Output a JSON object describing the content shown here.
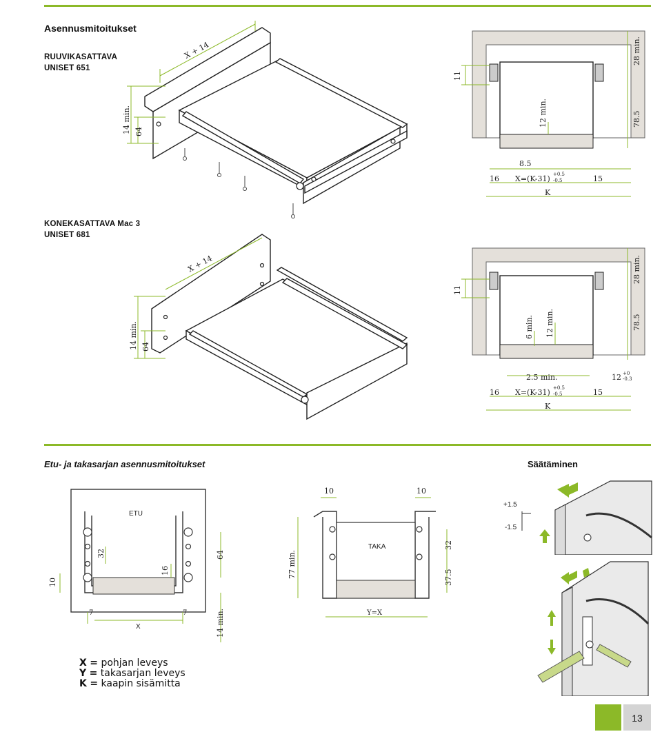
{
  "header": {
    "title": "Asennusmitoitukset",
    "screw_label_1": "RUUVIKASATTAVA",
    "screw_label_2": "UNISET 651",
    "machine_label_1": "KONEKASATTAVA Mac 3",
    "machine_label_2": "UNISET 681"
  },
  "drawer1": {
    "width_dim": "X + 14",
    "height_min": "14 min.",
    "height_64": "64"
  },
  "drawer2": {
    "width_dim": "X + 14",
    "height_min": "14 min.",
    "height_64": "64"
  },
  "section1": {
    "dim_11": "11",
    "dim_28": "28 min.",
    "dim_12": "12 min.",
    "dim_78": "78.5",
    "dim_85": "8.5",
    "dim_16": "16",
    "dim_x": "X=(K-31)",
    "tol_plus": "+0.5",
    "tol_minus": "-0.5",
    "dim_15": "15",
    "dim_k": "K"
  },
  "section2": {
    "dim_11": "11",
    "dim_28": "28 min.",
    "dim_6": "6 min.",
    "dim_12": "12 min.",
    "dim_78": "78.5",
    "dim_25": "2.5 min.",
    "dim_12b": "12",
    "tol12_plus": "+0",
    "tol12_minus": "-0.3",
    "dim_16": "16",
    "dim_x": "X=(K-31)",
    "tol_plus": "+0.5",
    "tol_minus": "-0.5",
    "dim_15": "15",
    "dim_k": "K"
  },
  "bottom": {
    "title": "Etu- ja takasarjan asennusmitoitukset",
    "adjust_title": "Säätäminen"
  },
  "front": {
    "label": "ETU",
    "dim_32": "32",
    "dim_16": "16",
    "dim_64": "64",
    "dim_10": "10",
    "dim_7a": "7",
    "dim_7b": "7",
    "dim_x": "X",
    "dim_14": "14 min."
  },
  "back": {
    "label": "TAKA",
    "dim_10a": "10",
    "dim_10b": "10",
    "dim_77": "77 min.",
    "dim_32": "32",
    "dim_375": "37.5",
    "dim_yx": "Y=X"
  },
  "adjust": {
    "plus": "+1.5",
    "minus": "-1.5"
  },
  "legend": [
    {
      "key": "X",
      "eq": "=",
      "text": "pohjan leveys"
    },
    {
      "key": "Y",
      "eq": "=",
      "text": "takasarjan leveys"
    },
    {
      "key": "K",
      "eq": "=",
      "text": "kaapin sisämitta"
    }
  ],
  "page": {
    "number": "13"
  },
  "colors": {
    "accent": "#8cb928",
    "page_grey": "#d4d4d4",
    "concrete": "#e4e0da"
  }
}
